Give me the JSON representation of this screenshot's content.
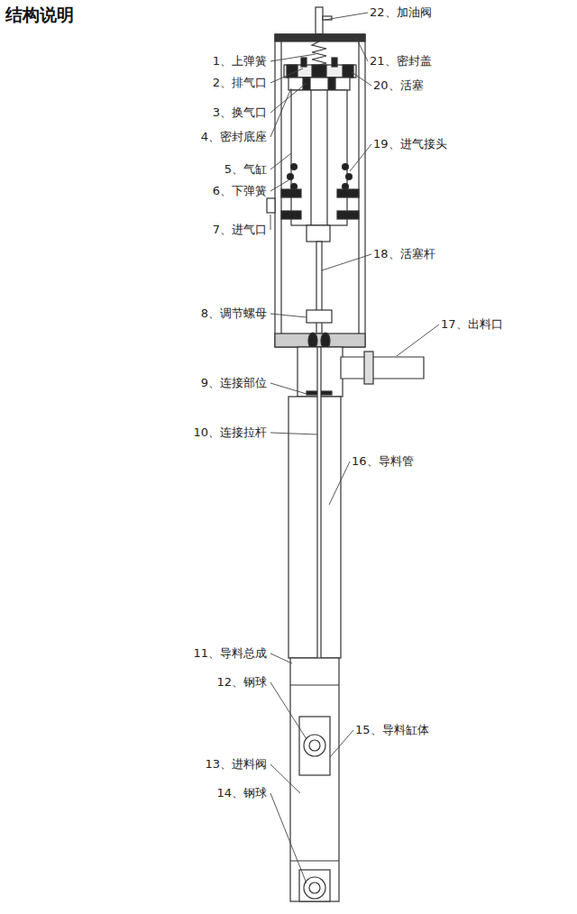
{
  "diagram": {
    "title": "结构说明",
    "labels": [
      "22、加油阀",
      "1、上弹簧",
      "21、密封盖",
      "2、排气口",
      "20、活塞",
      "3、换气口",
      "4、密封底座",
      "19、进气接头",
      "5、气缸",
      "6、下弹簧",
      "7、进气口",
      "18、活塞杆",
      "8、调节螺母",
      "17、出料口",
      "9、连接部位",
      "10、连接拉杆",
      "16、导料管",
      "11、导料总成",
      "12、钢球",
      "15、导料缸体",
      "13、进料阀",
      "14、钢球"
    ]
  }
}
